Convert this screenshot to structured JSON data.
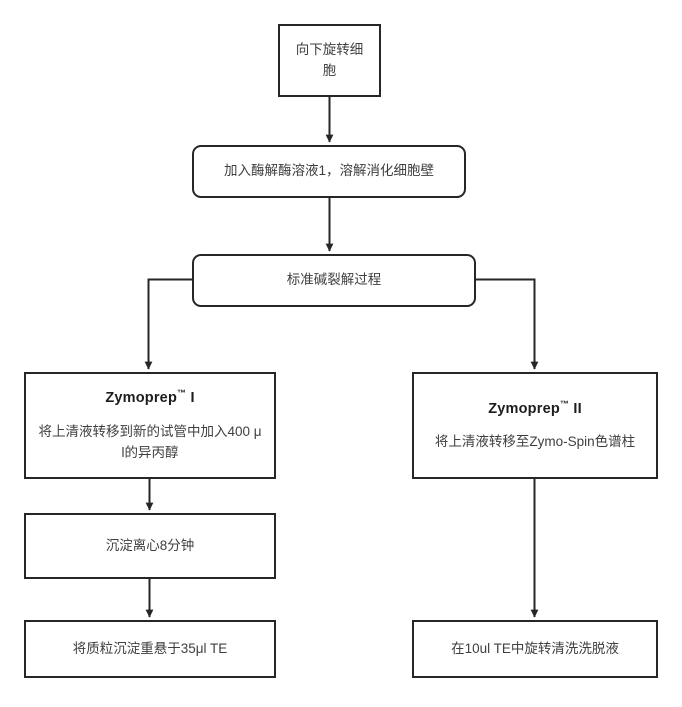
{
  "diagram": {
    "title": "Zymoprep plasmid miniprep flowchart",
    "line_color": "#262626",
    "text_color": "#3f3f3f",
    "background": "#ffffff"
  },
  "nodes": {
    "spin_down_cells": {
      "label": "向下旋转细胞",
      "shape": "rectangle"
    },
    "add_zymolyase": {
      "label": "加入酶解酶溶液1，溶解消化细胞壁",
      "shape": "rounded-rectangle"
    },
    "alkaline_lysis": {
      "label": "标准碱裂解过程",
      "shape": "rounded-rectangle"
    },
    "zymoprep_1": {
      "title": "Zymoprep",
      "title_tm": "™",
      "title_suffix": " I",
      "body": "将上清液转移到新的试管中加入400 μ l的异丙醇",
      "shape": "rectangle"
    },
    "zymoprep_2": {
      "title": "Zymoprep",
      "title_tm": "™",
      "title_suffix": " II",
      "body": "将上清液转移至Zymo-Spin色谱柱",
      "shape": "rectangle"
    },
    "precipitate": {
      "label": "沉淀离心8分钟",
      "shape": "rectangle"
    },
    "resuspend_te": {
      "label": "将质粒沉淀重悬于35μl TE",
      "shape": "rectangle"
    },
    "elute_te": {
      "label": "在10ul TE中旋转清洗洗脱液",
      "shape": "rectangle"
    }
  },
  "edges": [
    {
      "from": "spin_down_cells",
      "to": "add_zymolyase",
      "style": "straight-down"
    },
    {
      "from": "add_zymolyase",
      "to": "alkaline_lysis",
      "style": "straight-down"
    },
    {
      "from": "alkaline_lysis",
      "to": "zymoprep_1",
      "style": "elbow-left-down"
    },
    {
      "from": "alkaline_lysis",
      "to": "zymoprep_2",
      "style": "elbow-right-down"
    },
    {
      "from": "zymoprep_1",
      "to": "precipitate",
      "style": "straight-down"
    },
    {
      "from": "precipitate",
      "to": "resuspend_te",
      "style": "straight-down"
    },
    {
      "from": "zymoprep_2",
      "to": "elute_te",
      "style": "straight-down"
    }
  ]
}
